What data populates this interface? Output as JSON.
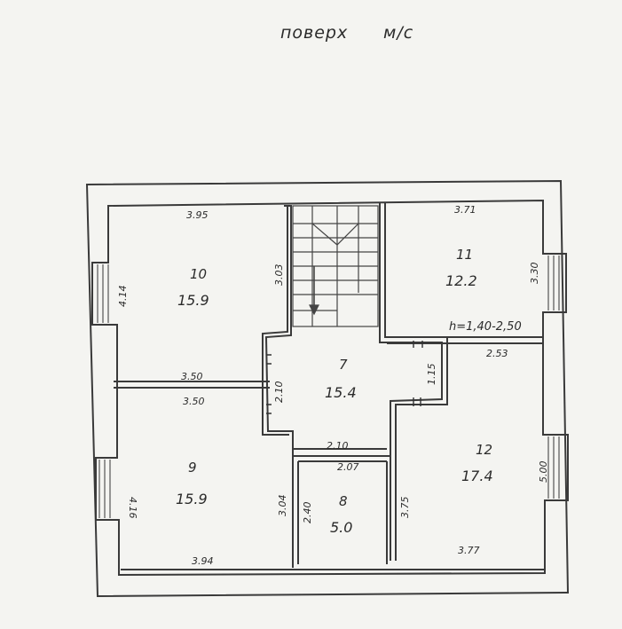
{
  "header": {
    "floor_label": "поверх",
    "floor_type": "м/с"
  },
  "rooms": [
    {
      "num": "10",
      "area": "15.9"
    },
    {
      "num": "11",
      "area": "12.2"
    },
    {
      "num": "7",
      "area": "15.4"
    },
    {
      "num": "12",
      "area": "17.4"
    },
    {
      "num": "9",
      "area": "15.9"
    },
    {
      "num": "8",
      "area": "5.0"
    }
  ],
  "dimensions": {
    "r10_top": "3.95",
    "r10_left": "4.14",
    "r10_right": "3.03",
    "r10_bottom": "3.50",
    "r9_top": "3.50",
    "r9_left": "4.16",
    "r9_right": "3.04",
    "r9_bottom": "3.94",
    "r11_top": "3.71",
    "r11_right": "3.30",
    "r12_top": "2.53",
    "r12_right": "5.00",
    "r12_left": "3.75",
    "r12_bottom": "3.77",
    "hall_left": "2.10",
    "hall_right": "1.15",
    "r8_top_outer": "2.10",
    "r8_top_inner": "2.07",
    "r8_left": "2.40"
  },
  "notes": {
    "ceiling_height": "h=1,40-2,50"
  }
}
